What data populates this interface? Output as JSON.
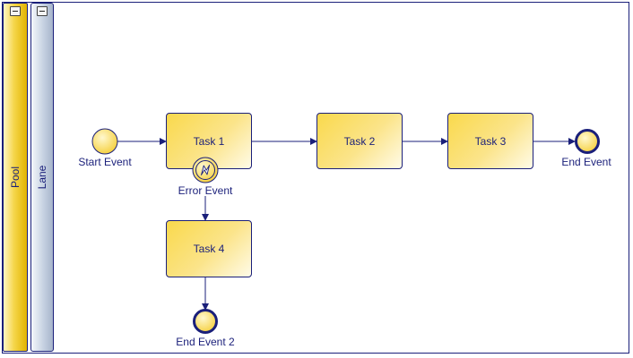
{
  "pool": {
    "label": "Pool"
  },
  "lane": {
    "label": "Lane"
  },
  "tasks": {
    "task1": "Task 1",
    "task2": "Task 2",
    "task3": "Task 3",
    "task4": "Task 4"
  },
  "events": {
    "start": "Start Event",
    "error": "Error Event",
    "end": "End Event",
    "end2": "End Event 2"
  },
  "colors": {
    "stroke": "#1a1f7a",
    "task_fill": "#f9d94c",
    "pool_fill": "#f5d64a",
    "lane_fill": "#c7d2e2"
  }
}
